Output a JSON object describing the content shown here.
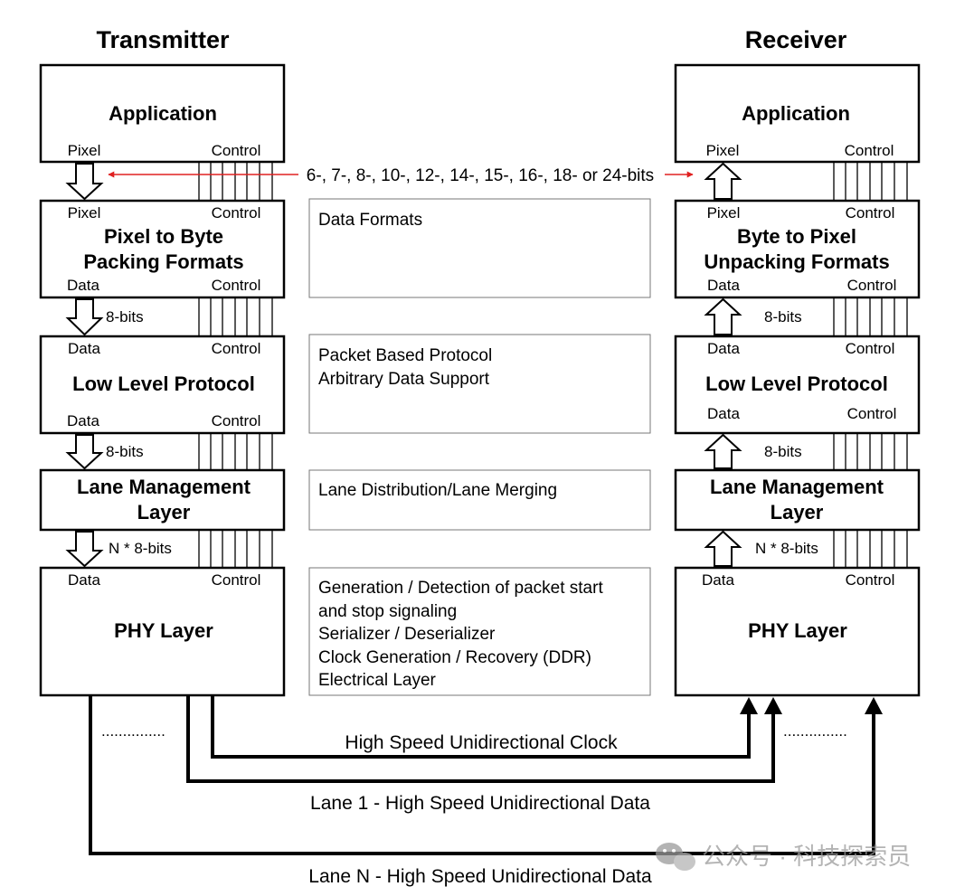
{
  "transmitter": {
    "heading": "Transmitter",
    "application": {
      "title": "Application",
      "pixel": "Pixel",
      "control": "Control"
    },
    "packing": {
      "title_line1": "Pixel to Byte",
      "title_line2": "Packing Formats",
      "pixel": "Pixel",
      "control_top": "Control",
      "data": "Data",
      "control_bottom": "Control"
    },
    "llp": {
      "title": "Low Level Protocol",
      "data_top": "Data",
      "control_top": "Control",
      "data_bottom": "Data",
      "control_bottom": "Control"
    },
    "lane_mgmt": {
      "title_line1": "Lane Management",
      "title_line2": "Layer"
    },
    "phy": {
      "title": "PHY Layer",
      "data": "Data",
      "control": "Control"
    }
  },
  "receiver": {
    "heading": "Receiver",
    "application": {
      "title": "Application",
      "pixel": "Pixel",
      "control": "Control"
    },
    "unpacking": {
      "title_line1": "Byte to Pixel",
      "title_line2": "Unpacking Formats",
      "pixel": "Pixel",
      "control_top": "Control",
      "data": "Data",
      "control_bottom": "Control"
    },
    "llp": {
      "title": "Low Level Protocol",
      "data_top": "Data",
      "control_top": "Control",
      "data_bottom": "Data",
      "control_bottom": "Control"
    },
    "lane_mgmt": {
      "title_line1": "Lane Management",
      "title_line2": "Layer"
    },
    "phy": {
      "title": "PHY Layer",
      "data": "Data",
      "control": "Control"
    }
  },
  "widths": {
    "pixel_bits": "6-, 7-, 8-, 10-, 12-, 14-, 15-, 16-, 18- or 24-bits",
    "byte_bits": "8-bits",
    "lane_bits": "N * 8-bits"
  },
  "notes": {
    "data_formats": "Data Formats",
    "llp_line1": "Packet Based Protocol",
    "llp_line2": "Arbitrary Data Support",
    "lane": "Lane Distribution/Lane Merging",
    "phy_line1": "Generation / Detection of packet start",
    "phy_line2": "and stop signaling",
    "phy_line3": "Serializer / Deserializer",
    "phy_line4": "Clock Generation / Recovery (DDR)",
    "phy_line5": "Electrical Layer"
  },
  "links": {
    "clock": "High Speed Unidirectional Clock",
    "lane1": "Lane 1 - High Speed Unidirectional Data",
    "laneN": "Lane N - High Speed Unidirectional Data",
    "ellipsis": "..............."
  },
  "watermark": "公众号 · 科技探索员",
  "colors": {
    "accent_arrow": "#e02020",
    "watermark": "#9a9a9a"
  }
}
